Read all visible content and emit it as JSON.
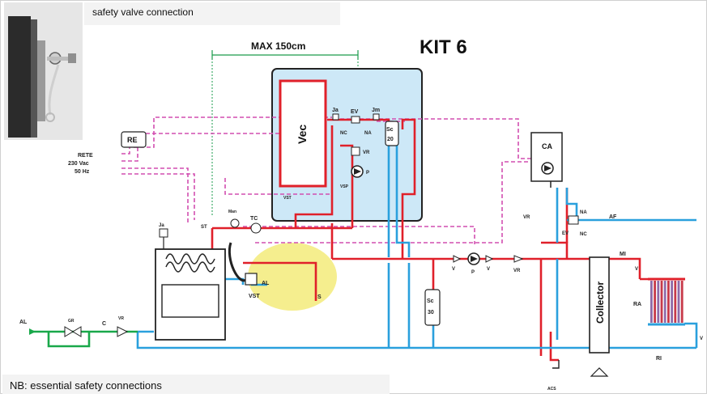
{
  "caption_top": "safety valve connection",
  "caption_bottom": "NB: essential safety connections",
  "kit_title": "KIT 6",
  "max_distance": "MAX 150cm",
  "components": {
    "re": "RE",
    "rete": "RETE",
    "rete_voltage": "230 Vac",
    "rete_freq": "50 Hz",
    "vec": "Vec",
    "ja": "Ja",
    "ev": "EV",
    "jm": "Jm",
    "nc": "NC",
    "na": "NA",
    "vr": "VR",
    "p": "P",
    "sc20_a": "Sc",
    "sc20_b": "20",
    "sc30_a": "Sc",
    "sc30_b": "30",
    "vst": "VST",
    "vsp": "VSP",
    "ca": "CA",
    "af": "AF",
    "st": "ST",
    "man": "Man",
    "tc": "TC",
    "al": "AL",
    "s": "S",
    "gr": "GR",
    "c": "C",
    "v": "V",
    "mi": "MI",
    "ri": "RI",
    "ra": "RA",
    "collector": "Collector",
    "acs": "ACS"
  },
  "colors": {
    "flow_red": "#e0202a",
    "return_blue": "#2aa0dd",
    "feed_green": "#19a84a",
    "electric_magenta": "#d24fb0",
    "box_blue": "#cde8f7",
    "highlight_yellow": "#f5ee8e",
    "dim_green": "#1a9b4b"
  }
}
